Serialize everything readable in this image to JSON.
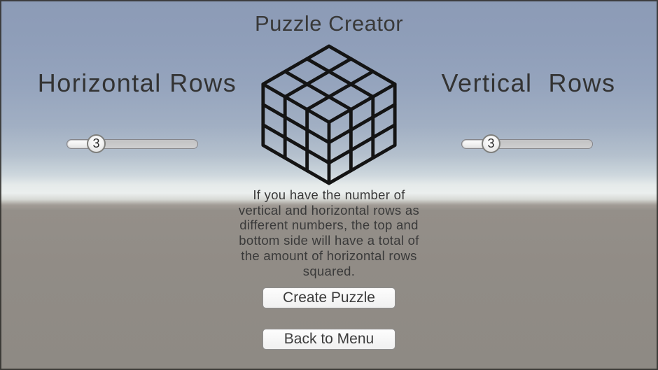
{
  "window": {
    "title": "Puzzle Creator"
  },
  "horizontal_rows": {
    "label": "Horizontal Rows",
    "value": "3"
  },
  "vertical_rows": {
    "label": "Vertical  Rows",
    "value": "3"
  },
  "description_lines": [
    "If you have the number of",
    "vertical and horizontal rows as",
    "different numbers, the top and",
    "bottom side will have a total of",
    "the amount of horizontal rows",
    "squared."
  ],
  "buttons": {
    "create": "Create Puzzle",
    "back": "Back to Menu"
  },
  "icons": {
    "cube": "rubiks-cube-wireframe-3x3"
  },
  "colors": {
    "sky_top": "#8c9bb6",
    "sky_horizon": "#ebefee",
    "ground": "#918c86",
    "cube_lines": "#141414",
    "text": "#3a3a3a",
    "button_background": "#f7f7f7"
  }
}
